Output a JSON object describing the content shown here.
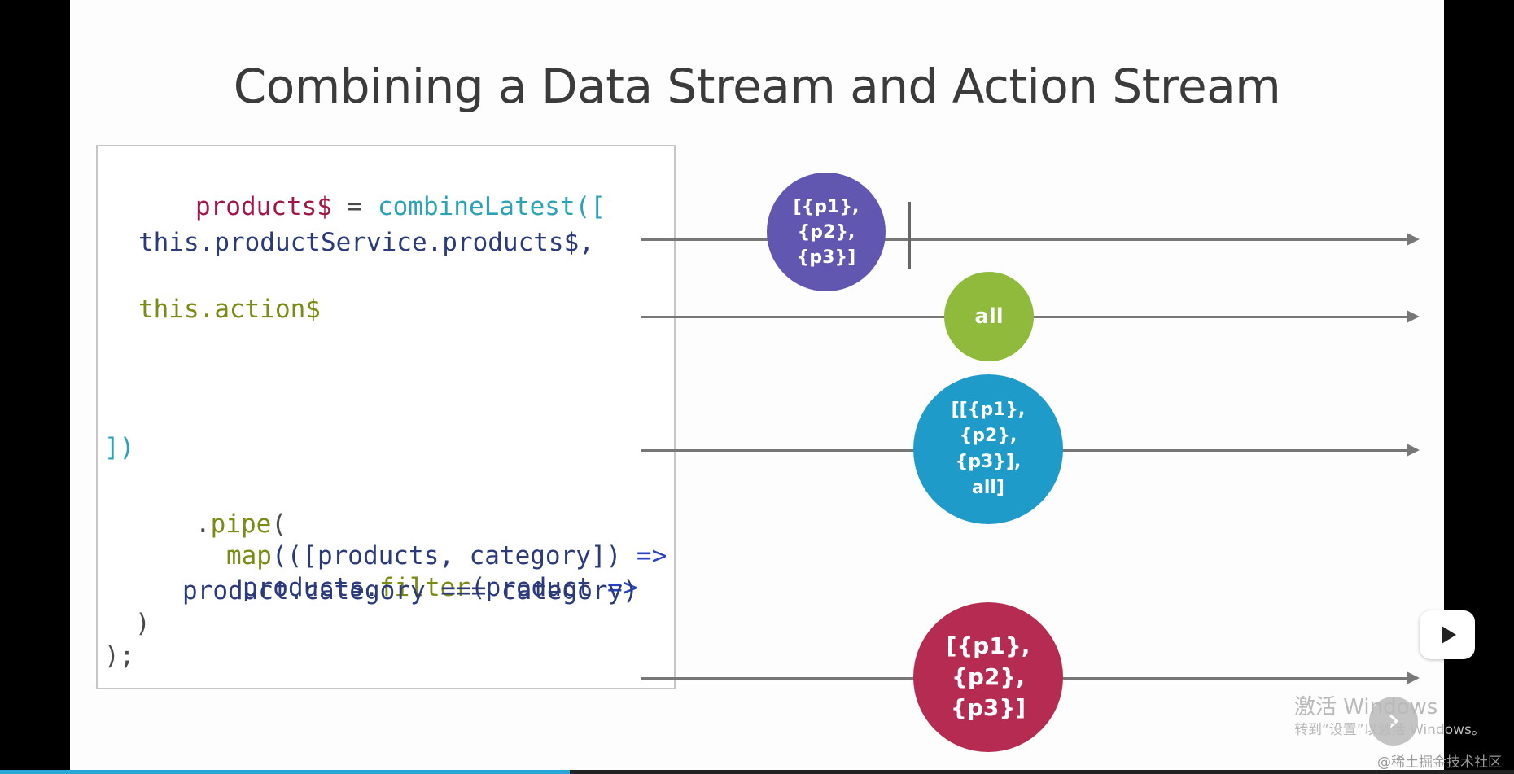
{
  "slide": {
    "title": "Combining a Data Stream and Action Stream"
  },
  "code": {
    "l1_a": "products$",
    "l1_b": " = ",
    "l1_c": "combineLatest([",
    "l2": "this.productService.products$,",
    "l3": "this.action$",
    "l4": "])",
    "l5_a": ".",
    "l5_b": "pipe",
    "l5_c": "(",
    "l6_a": "map",
    "l6_b": "(([products, category]) ",
    "l6_c": "=>",
    "l7_a": "products.",
    "l7_b": "filter",
    "l7_c": "(product ",
    "l7_d": "=>",
    "l8": "product.category === category)",
    "l9": ")",
    "l10": ");"
  },
  "marbles": {
    "products": [
      "[{p1},",
      "{p2},",
      "{p3}]"
    ],
    "action": [
      "all"
    ],
    "combined": [
      "[[{p1},",
      "{p2},",
      "{p3}],",
      "all]"
    ],
    "result": [
      "[{p1},",
      "{p2},",
      "{p3}]"
    ]
  },
  "colors": {
    "products_marble": "#6157b0",
    "action_marble": "#8fba3c",
    "combined_marble": "#1f9bc9",
    "result_marble": "#b52b52"
  },
  "overlay": {
    "watermark_title": "激活 Windows",
    "watermark_sub": "转到“设置”以激活 Windows。",
    "site_credit": "@稀土掘金技术社区",
    "play_icon": "play-icon"
  }
}
